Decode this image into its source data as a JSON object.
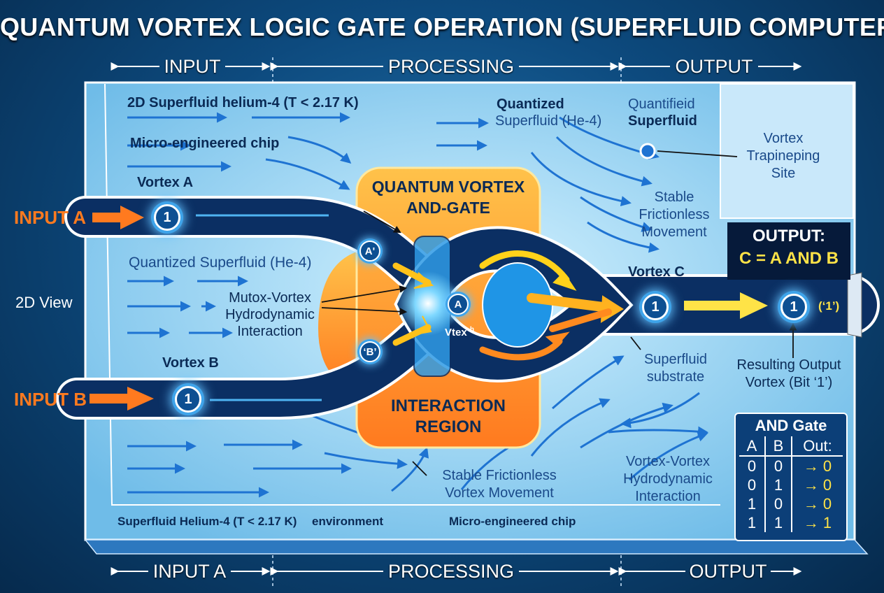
{
  "title": "QUANTUM VORTEX LOGIC GATE OPERATION (SUPERFLUID COMPUTER)",
  "sections_top": {
    "input": "INPUT",
    "processing": "PROCESSING",
    "output": "OUTPUT"
  },
  "sections_bottom": {
    "input": "INPUT A",
    "processing": "PROCESSING",
    "output": "OUTPUT"
  },
  "labels": {
    "superfluid_top": "2D Superfluid helium-4 (T < 2.17 K)",
    "chip_top": "Micro-engineered chip",
    "vortex_a": "Vortex A",
    "vortex_b": "Vortex B",
    "vortex_c": "Vortex C",
    "input_a": "INPUT A",
    "input_b": "INPUT B",
    "view_2d": "2D View",
    "quantized_left": "Quantized Superfluid (He-4)",
    "interaction_note": "Mutox-Vortex Hydrodynamic Interaction",
    "quantized_top_bold": "Quantized",
    "quantized_top_rest": "Superfluid (He-4)",
    "quantifieid": "Quantifieid",
    "superfluid_bold": "Superfluid",
    "trap_site": "Vortex Trapineping Site",
    "stable_top": "Stable Frictionless Movement",
    "gate_title": "QUANTUM VORTEX AND-GATE",
    "interaction_region": "INTERACTION REGION",
    "vtex": "Vtex",
    "vtex_sup": "h",
    "substrate": "Superfluid substrate",
    "stable_bottom": "Stable Frictionless Vortex Movement",
    "vv_interaction": "Vortex-Vortex Hydrodynamic Interaction",
    "env": "Superfluid Helium-4 (T < 2.17 K)",
    "env_word": "environment",
    "chip_bottom": "Micro-engineered chip",
    "output_title": "OUTPUT:",
    "output_eq": "C = A AND B",
    "bit_label": "(‘1’)",
    "resulting": "Resulting Output Vortex (Bit ‘1’)"
  },
  "vortices": {
    "input_a": "1",
    "input_b": "1",
    "a_prime": "A'",
    "b_prime": "‘B’",
    "center": "A",
    "vortex_c": "1",
    "output": "1"
  },
  "truth_table": {
    "title": "AND Gate",
    "headers": [
      "A",
      "B",
      "Out:"
    ],
    "rows": [
      {
        "a": "0",
        "b": "0",
        "out": "→ 0"
      },
      {
        "a": "0",
        "b": "1",
        "out": "→ 0"
      },
      {
        "a": "1",
        "b": "0",
        "out": "→ 0"
      },
      {
        "a": "1",
        "b": "1",
        "out": "→ 1"
      }
    ]
  },
  "colors": {
    "accent_orange": "#ff7a1f",
    "output_yellow": "#ffe347",
    "channel": "#0b2f63",
    "panel": "#aee0f8"
  },
  "icons": [
    "flow-arrow-icon",
    "vortex-icon",
    "double-arrow-icon"
  ]
}
